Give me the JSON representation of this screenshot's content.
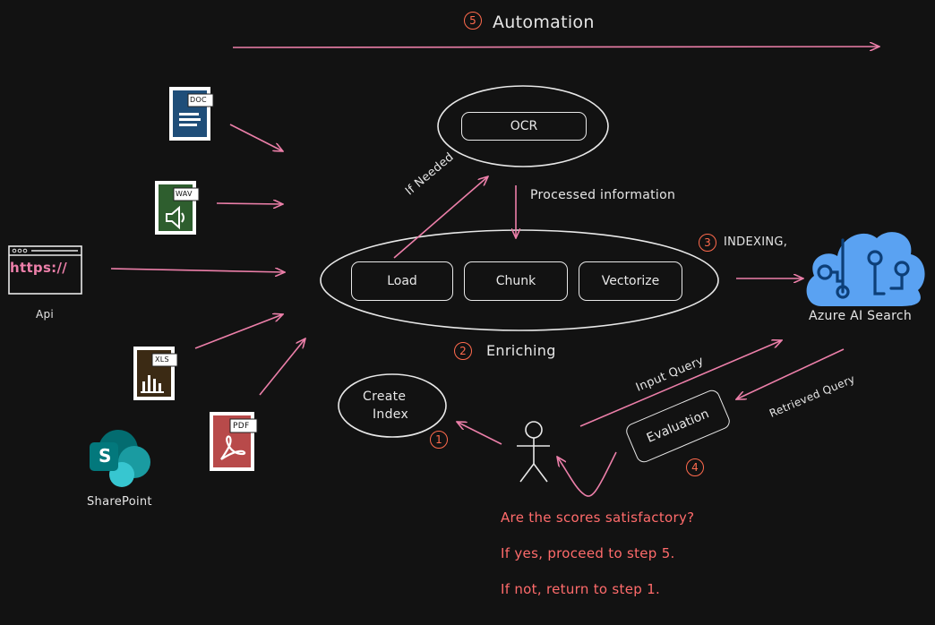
{
  "automation": {
    "num": "5",
    "label": "Automation"
  },
  "ocr": {
    "label": "OCR"
  },
  "processed": {
    "label": "Processed information"
  },
  "if_needed": {
    "label": "If Needed"
  },
  "pipeline": {
    "load": "Load",
    "chunk": "Chunk",
    "vectorize": "Vectorize"
  },
  "enriching": {
    "num": "2",
    "label": "Enriching"
  },
  "indexing": {
    "num": "3",
    "label": "INDEXING,"
  },
  "azure": {
    "label": "Azure AI Search"
  },
  "sources": {
    "doc": "DOC",
    "wav": "WAV",
    "api_url": "https://",
    "api": "Api",
    "xls": "XLS",
    "pdf": "PDF",
    "sharepoint_letter": "S",
    "sharepoint": "SharePoint"
  },
  "create_index": {
    "line1": "Create",
    "line2": "Index",
    "num": "1"
  },
  "input_query": {
    "label": "Input Query"
  },
  "retrieved_query": {
    "label": "Retrieved Query"
  },
  "evaluation": {
    "label": "Evaluation",
    "num": "4"
  },
  "notes": {
    "q": "Are the scores satisfactory?",
    "yes": "If yes, proceed to step 5.",
    "no": "If not, return to step 1."
  },
  "colors": {
    "arrow": "#ec7fa9",
    "badge": "#ff6a4d",
    "note": "#ff6b6b",
    "cloud": "#5aa2f2",
    "background": "#121212"
  }
}
